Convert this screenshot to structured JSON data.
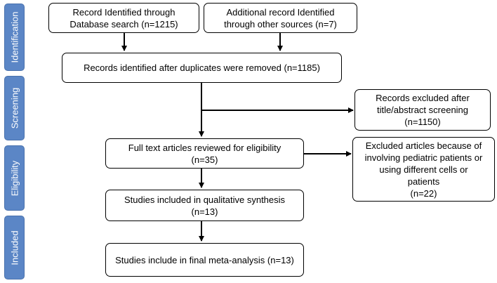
{
  "phases": [
    {
      "id": "identification",
      "label": "Identification"
    },
    {
      "id": "screening",
      "label": "Screening"
    },
    {
      "id": "eligibility",
      "label": "Eligibility"
    },
    {
      "id": "included",
      "label": "Included"
    }
  ],
  "boxes": {
    "database": "Record Identified through\nDatabase search (n=1215)",
    "other_sources": "Additional record Identified\nthrough other sources (n=7)",
    "after_duplicates": "Records identified after duplicates were removed (n=1185)",
    "excluded_screening": "Records excluded after\ntitle/abstract screening\n(n=1150)",
    "full_text": "Full text articles reviewed for eligibility\n(n=35)",
    "excluded_articles": "Excluded articles because of\ninvolving pediatric patients or\nusing different cells or\npatients\n(n=22)",
    "qualitative": "Studies included in qualitative synthesis\n(n=13)",
    "meta_analysis": "Studies include in final meta-analysis (n=13)"
  },
  "colors": {
    "phase_bar": "#5b86c6",
    "phase_text": "#ffffff",
    "line": "#000000"
  }
}
